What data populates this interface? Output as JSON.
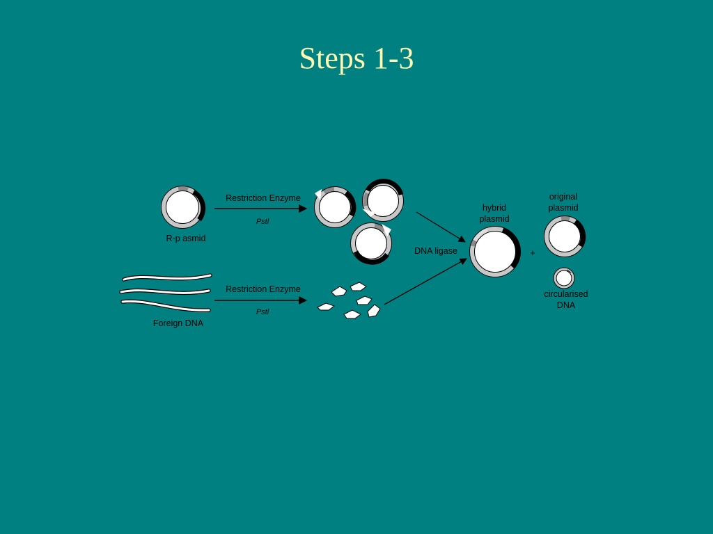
{
  "slide": {
    "title": "Steps 1-3"
  },
  "diagram": {
    "labels": {
      "r_plasmid": "R-p asmid",
      "restriction_enzyme_top": "Restriction Enzyme",
      "enzyme_name_top": "Pstl",
      "restriction_enzyme_bottom": "Restriction Enzyme",
      "enzyme_name_bottom": "Pstl",
      "foreign_dna": "Foreign DNA",
      "dna_ligase": "DNA ligase",
      "hybrid_line1": "hybrid",
      "hybrid_line2": "plasmid",
      "plus": "+",
      "original_line1": "original",
      "original_line2": "plasmid",
      "circularised_line1": "circularised",
      "circularised_line2": "DNA"
    },
    "colors": {
      "background": "#008080",
      "title": "#FFFFB3",
      "ring_light": "#C8C8C8",
      "ring_dark": "#000000",
      "ring_mid": "#8A8A8A",
      "fill": "#FFFFFF"
    }
  }
}
